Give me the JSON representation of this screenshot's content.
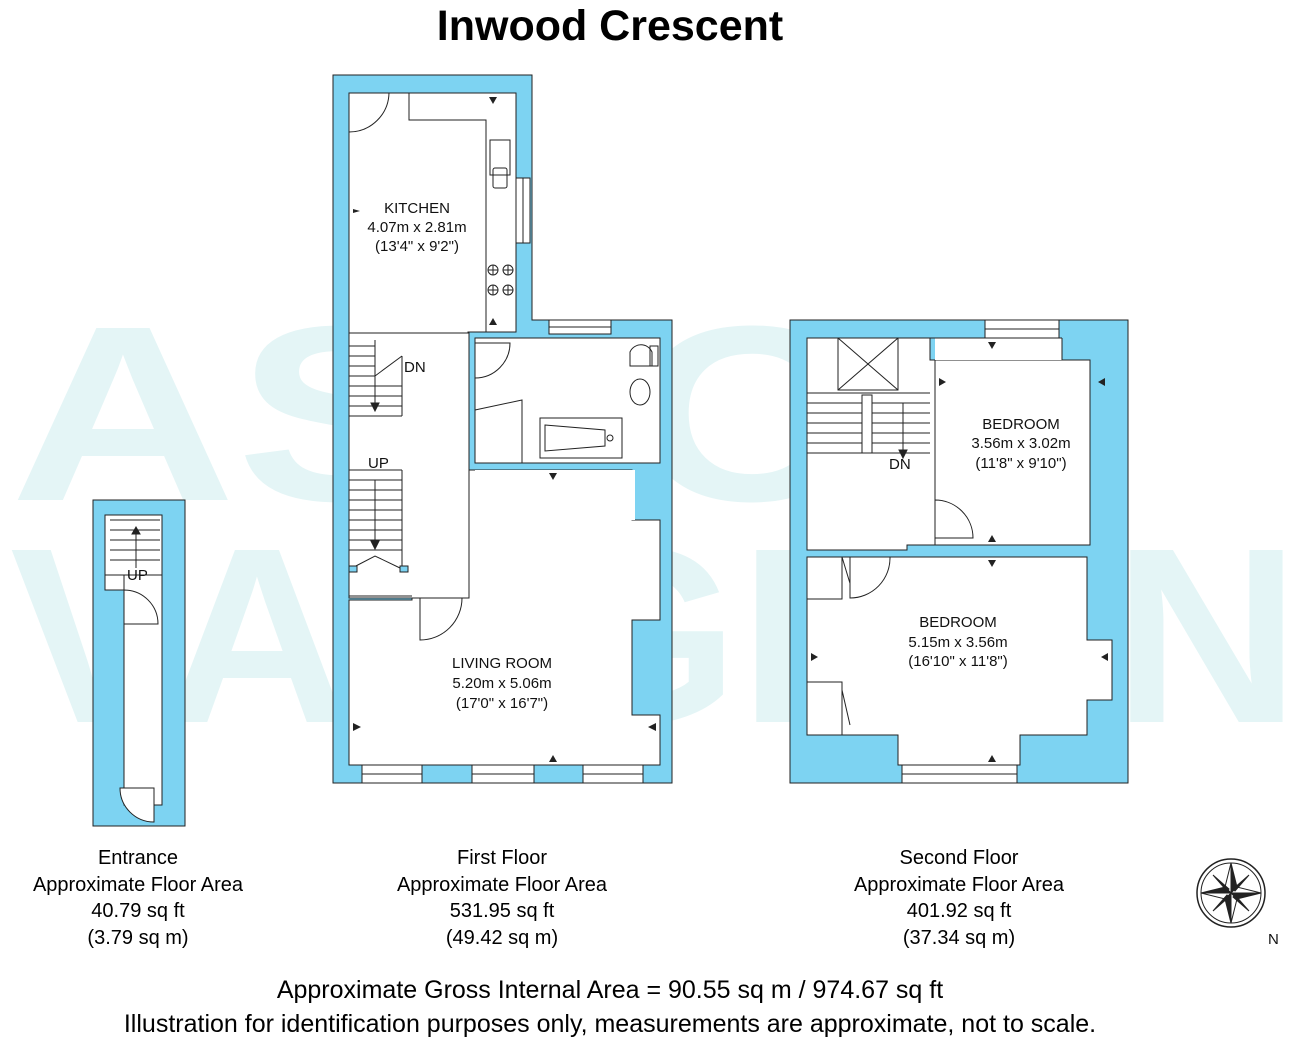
{
  "title": "Inwood Crescent",
  "watermark": {
    "line1": "ASTON",
    "line2": "VAUGHAN"
  },
  "rooms": {
    "kitchen": {
      "name": "KITCHEN",
      "metric": "4.07m x 2.81m",
      "imperial": "(13'4\" x 9'2\")"
    },
    "living_room": {
      "name": "LIVING ROOM",
      "metric": "5.20m x 5.06m",
      "imperial": "(17'0\" x 16'7\")"
    },
    "bedroom_1": {
      "name": "BEDROOM",
      "metric": "3.56m x 3.02m",
      "imperial": "(11'8\" x 9'10\")"
    },
    "bedroom_2": {
      "name": "BEDROOM",
      "metric": "5.15m x 3.56m",
      "imperial": "(16'10\" x 11'8\")"
    }
  },
  "stair_labels": {
    "first_dn": "DN",
    "first_up": "UP",
    "second_dn": "DN",
    "entrance_up": "UP"
  },
  "floors": [
    {
      "name": "Entrance",
      "label": "Approximate Floor Area",
      "sqft": "40.79 sq ft",
      "sqm": "(3.79 sq m)"
    },
    {
      "name": "First Floor",
      "label": "Approximate Floor Area",
      "sqft": "531.95 sq ft",
      "sqm": "(49.42 sq m)"
    },
    {
      "name": "Second Floor",
      "label": "Approximate Floor Area",
      "sqft": "401.92 sq ft",
      "sqm": "(37.34 sq m)"
    }
  ],
  "compass": {
    "north_label": "N"
  },
  "footer": {
    "gross_area": "Approximate Gross Internal Area = 90.55 sq m / 974.67 sq ft",
    "disclaimer": "Illustration for identification purposes only, measurements are approximate, not to scale."
  },
  "colors": {
    "wall": "#7dd3f2",
    "outline": "#222222",
    "watermark": "#e6f6f6"
  }
}
